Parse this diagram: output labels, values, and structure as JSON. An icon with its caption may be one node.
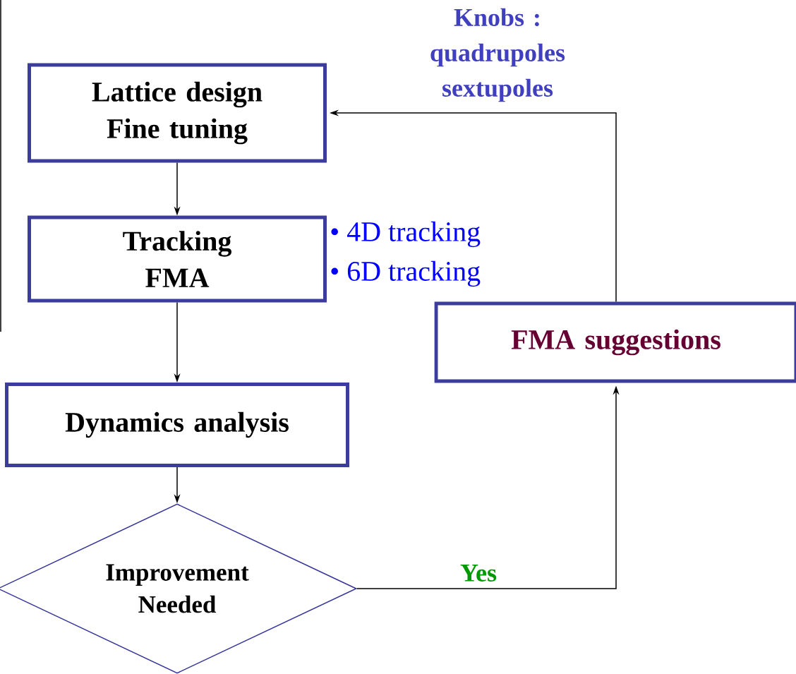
{
  "diagram": {
    "nodes": [
      {
        "text": [
          "Lattice design Fine tuning"
        ]
      },
      {
        "text": [
          "Tracking FMA"
        ],
        "beside": [
          "• 4D tracking",
          "• 6D tracking"
        ]
      },
      {
        "text": [
          "Dynamics analysis"
        ]
      },
      {
        "text": [
          "Improvement Needed"
        ]
      },
      {
        "text": [
          "FMA suggestions"
        ]
      }
    ],
    "edges": [
      {
        "from": 0,
        "to": 1,
        "arrow": "to"
      },
      {
        "from": 1,
        "to": 2,
        "arrow": "to"
      },
      {
        "from": 2,
        "to": 3,
        "arrow": "to"
      },
      {
        "from": 3,
        "to": 4,
        "arrow": "to",
        "label": "Yes",
        "color": "#000000"
      },
      {
        "from": 4,
        "to": 0,
        "arrow": "to",
        "label": "Knobs : quadrupoles sextupoles"
      }
    ]
  }
}
